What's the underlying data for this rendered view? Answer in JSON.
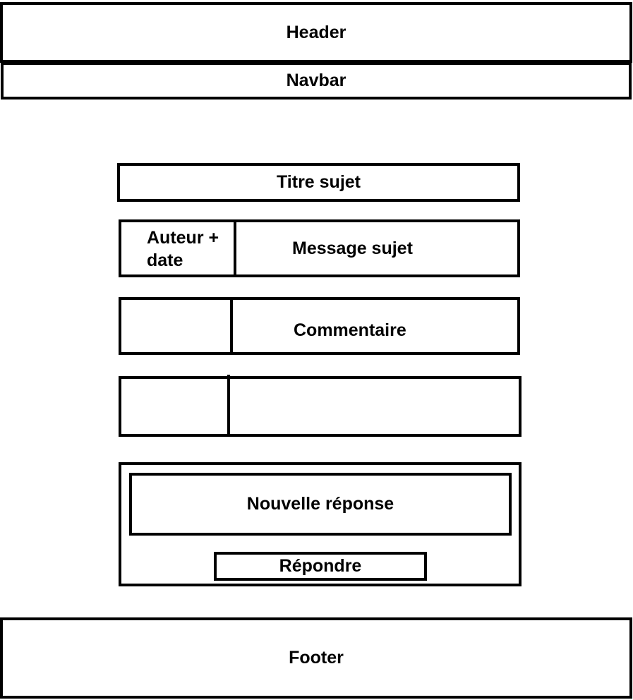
{
  "header": {
    "label": "Header"
  },
  "navbar": {
    "label": "Navbar"
  },
  "topic": {
    "title": "Titre sujet",
    "author_line1": "Auteur +",
    "author_line2": "date",
    "message": "Message sujet"
  },
  "comments": [
    {
      "author": "",
      "text": "Commentaire"
    },
    {
      "author": "",
      "text": ""
    }
  ],
  "reply_form": {
    "textarea_label": "Nouvelle réponse",
    "submit_label": "Répondre"
  },
  "footer": {
    "label": "Footer"
  }
}
